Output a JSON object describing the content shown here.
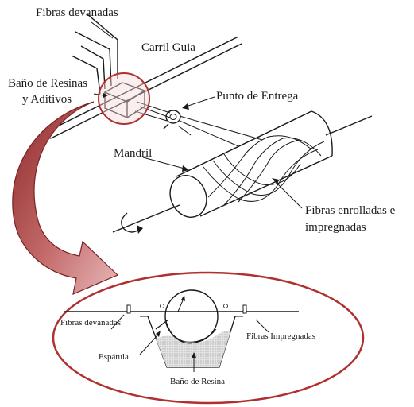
{
  "diagram": {
    "labels": {
      "fibras_devanadas_top": "Fibras devanadas",
      "carril_guia": "Carril Guia",
      "bano_resinas_line1": "Baño de Resinas",
      "bano_resinas_line2": "y Aditivos",
      "punto_entrega": "Punto de Entrega",
      "mandril": "Mandril",
      "fibras_enrolladas_line1": "Fibras enrolladas e",
      "fibras_enrolladas_line2": "impregnadas"
    },
    "detail_labels": {
      "fibras_devanadas": "Fibras devanadas",
      "fibras_impregnadas": "Fibras Impregnadas",
      "espatula": "Espátula",
      "bano_resina": "Baño de Resina"
    },
    "colors": {
      "highlight_red": "#b03030",
      "arrow_dark": "#8e2a2a",
      "arrow_light": "#d99a9a",
      "resin_fill": "#d8d8d8",
      "line": "#1a1a1a"
    }
  }
}
